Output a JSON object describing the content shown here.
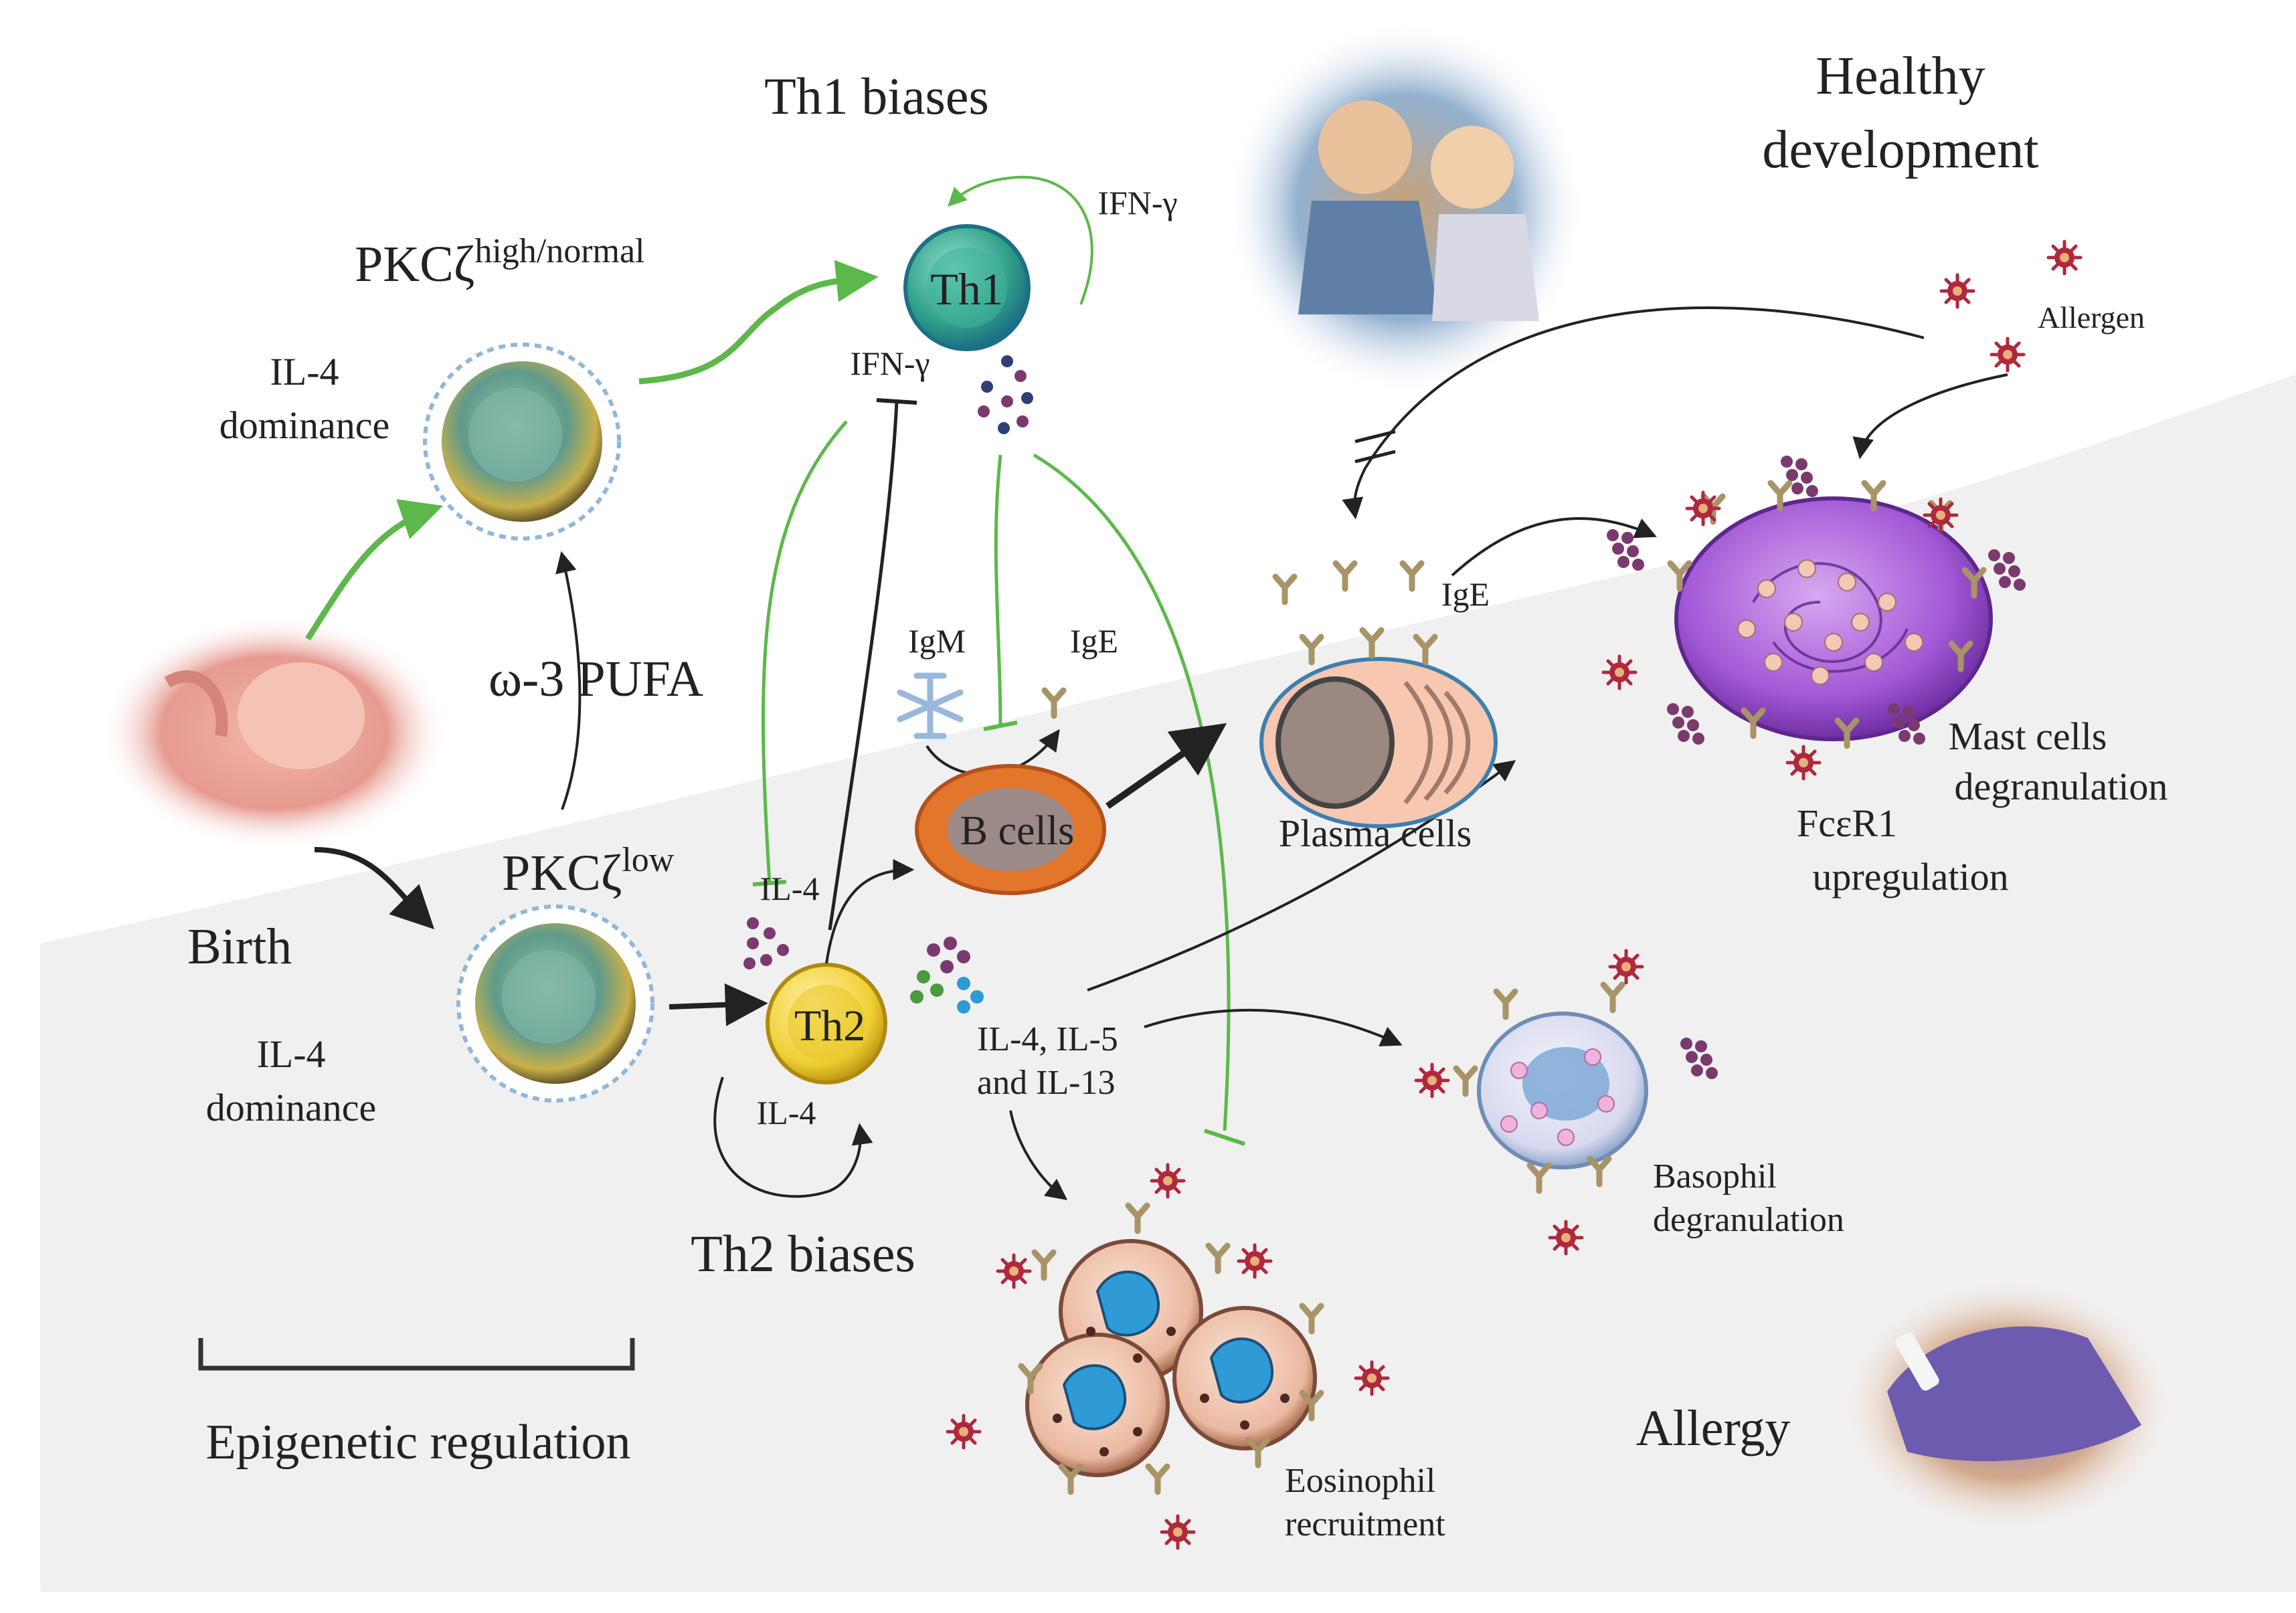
{
  "headings": {
    "th1_biases": "Th1 biases",
    "th2_biases": "Th2 biases",
    "healthy_line1": "Healthy",
    "healthy_line2": "development",
    "epigenetic": "Epigenetic regulation",
    "allergy": "Allergy",
    "birth": "Birth"
  },
  "pkc": {
    "high_base": "PKCζ",
    "high_sup": "high/normal",
    "low_base": "PKCζ",
    "low_sup": "low"
  },
  "dominance": {
    "upper_line1": "IL-4",
    "upper_line2": "dominance",
    "lower_line1": "IL-4",
    "lower_line2": "dominance"
  },
  "pufa": "ω-3 PUFA",
  "cells": {
    "th1": "Th1",
    "th2": "Th2",
    "b_cells": "B cells",
    "plasma_cells": "Plasma cells",
    "mast_line1": "Mast cells",
    "mast_line2": "degranulation",
    "fce_line1": "FcεR1",
    "fce_line2": "upregulation",
    "basophil_line1": "Basophil",
    "basophil_line2": "degranulation",
    "eosinophil_line1": "Eosinophil",
    "eosinophil_line2": "recruitment"
  },
  "cytokines": {
    "ifn_top": "IFN-γ",
    "ifn_mid": "IFN-γ",
    "il4_left": "IL-4",
    "il4_loop": "IL-4",
    "il_mix_line1": "IL-4, IL-5",
    "il_mix_line2": "and IL-13",
    "igm": "IgM",
    "ige_b": "IgE",
    "ige_plasma": "IgE",
    "allergen": "Allergen"
  },
  "colors": {
    "green_arrow": "#5cb84a",
    "black_arrow": "#222222",
    "background_lower": "#f0f0f0",
    "th1_cell": "#3aa58a",
    "th2_cell": "#f2d23a",
    "b_cell": "#e2762a",
    "antibody": "#a89466",
    "allergen": "#b0283c",
    "granule": "#7a3a6e",
    "mast_cell": "#9d4fcf",
    "eosinophil_nucleus": "#2e9ad6"
  }
}
